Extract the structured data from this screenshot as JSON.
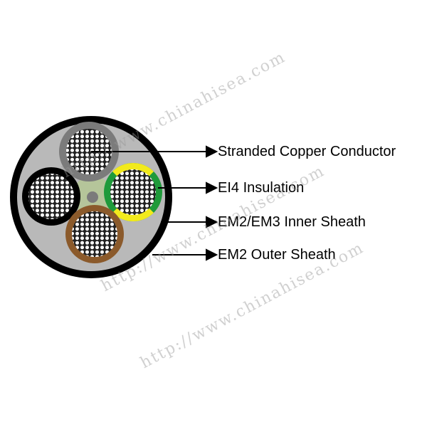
{
  "labels": [
    "Stranded Copper Conductor",
    "EI4 Insulation",
    "EM2/EM3 Inner Sheath",
    "EM2 Outer Sheath"
  ],
  "watermark": "http://www.chinahisea.com",
  "colors": {
    "outer_sheath": "#000000",
    "inner_sheath": "#b9b9b9",
    "filler": "#b5c59a",
    "core_grey": "#7b7b7b",
    "core_black": "#000000",
    "core_brown": "#8b5a2b",
    "earth_yellow": "#f2ea1c",
    "earth_green": "#1f9a3a"
  }
}
